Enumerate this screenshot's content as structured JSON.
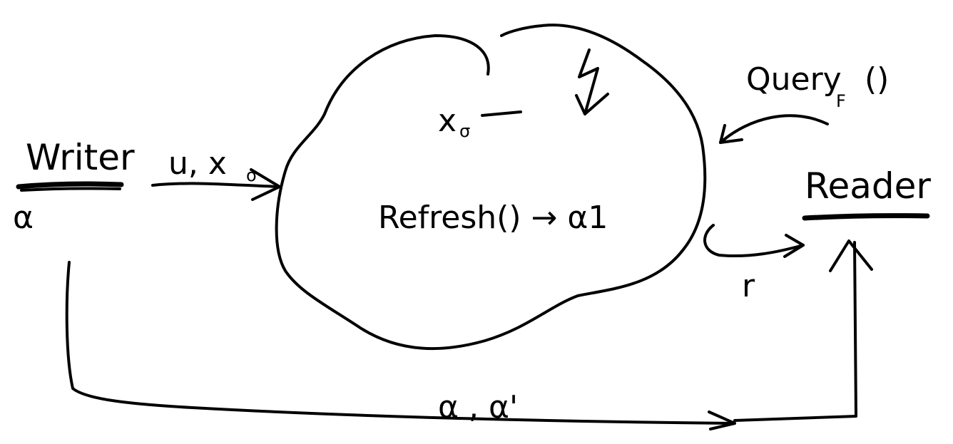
{
  "writer": {
    "label": "Writer",
    "param": "α"
  },
  "writer_edge": {
    "label": "u, x",
    "label_sub": "σ"
  },
  "cloud": {
    "state": "x",
    "state_sub": "σ",
    "refresh": "Refresh() → α1",
    "bolt_icon": "lightning-bolt-icon"
  },
  "query_edge": {
    "label": "Query",
    "label_sub": "F",
    "label_suffix": "()"
  },
  "reader": {
    "label": "Reader"
  },
  "response_edge": {
    "label": "r"
  },
  "bottom_edge": {
    "label": "α , α'"
  },
  "colors": {
    "ink": "#000000",
    "background": "#ffffff"
  }
}
